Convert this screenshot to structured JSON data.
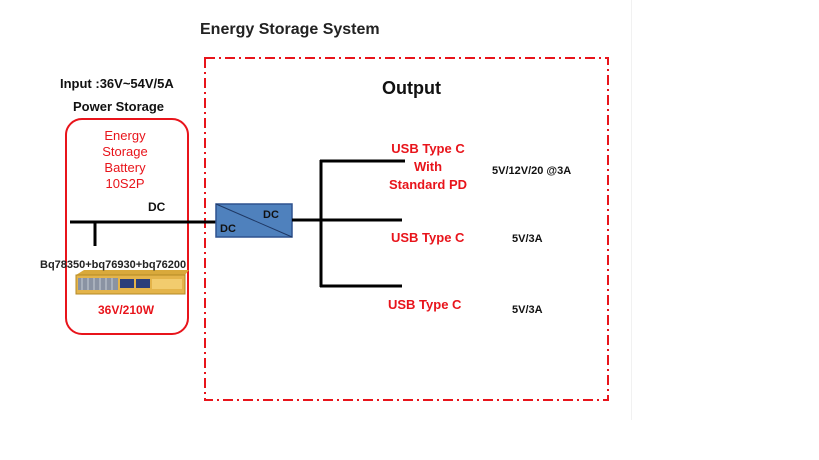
{
  "diagram": {
    "title": "Energy Storage System",
    "input_label": "Input :36V~54V/5A",
    "power_storage_label": "Power Storage",
    "battery_lines": [
      "Energy",
      "Storage",
      "Battery",
      "10S2P"
    ],
    "dc_bus_label": "DC",
    "chip_label": "Bq78350+bq76930+bq76200",
    "battery_rating": "36V/210W",
    "converter": {
      "in_label": "DC",
      "out_label": "DC"
    },
    "output_title": "Output",
    "outputs": [
      {
        "lines": [
          "USB Type C",
          "With",
          "Standard  PD"
        ],
        "spec": "5V/12V/20 @3A"
      },
      {
        "lines": [
          "USB Type  C"
        ],
        "spec": "5V/3A"
      },
      {
        "lines": [
          "USB Type C"
        ],
        "spec": "5V/3A"
      }
    ],
    "colors": {
      "accent_red": "#e8141b",
      "converter_fill": "#4f81bd",
      "converter_border": "#2f528f",
      "line": "#000000"
    }
  }
}
